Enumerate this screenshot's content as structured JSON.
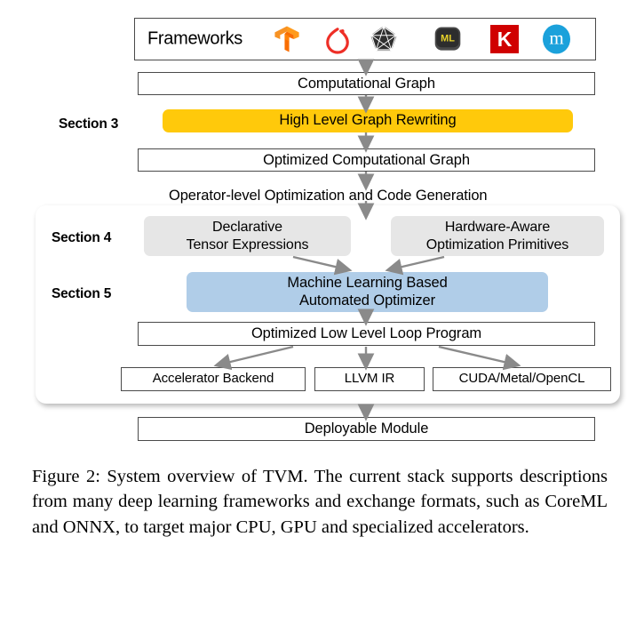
{
  "figure": {
    "id": "Figure 2",
    "caption_label": "Figure 2:",
    "caption_text": "System overview of TVM. The current stack supports descriptions from many deep learning frameworks and exchange formats, such as CoreML and ONNX, to target major CPU, GPU and specialized accelerators."
  },
  "frameworks_row": {
    "label": "Frameworks",
    "logos": [
      {
        "name": "tensorflow-logo",
        "alt": "TensorFlow",
        "color": "#ff8c00"
      },
      {
        "name": "pytorch-logo",
        "alt": "PyTorch",
        "color": "#ee2f27"
      },
      {
        "name": "onnx-logo",
        "alt": "ONNX",
        "color": "#2b2b2b"
      },
      {
        "name": "coreml-logo",
        "alt": "CoreML",
        "text": "ML",
        "color": "#3a3a3a"
      },
      {
        "name": "keras-logo",
        "alt": "Keras",
        "text": "K",
        "color": "#d00000"
      },
      {
        "name": "mxnet-logo",
        "alt": "MXNet",
        "text": "m",
        "color": "#1ba1db"
      }
    ]
  },
  "pipeline": {
    "computational_graph": "Computational Graph",
    "high_level_graph_rewriting": "High Level Graph Rewriting",
    "optimized_computational_graph": "Optimized Computational Graph",
    "operator_level_header": "Operator-level Optimization and Code Generation",
    "declarative_tensor_expressions": "Declarative\nTensor Expressions",
    "declarative_line1": "Declarative",
    "declarative_line2": "Tensor Expressions",
    "hardware_aware_line1": "Hardware-Aware",
    "hardware_aware_line2": "Optimization Primitives",
    "ml_optimizer_line1": "Machine Learning Based",
    "ml_optimizer_line2": "Automated Optimizer",
    "optimized_low_level_loop_program": "Optimized Low Level Loop Program",
    "backends": [
      "Accelerator Backend",
      "LLVM IR",
      "CUDA/Metal/OpenCL"
    ],
    "deployable_module": "Deployable Module"
  },
  "section_labels": {
    "section3": "Section 3",
    "section4": "Section 4",
    "section5": "Section 5"
  },
  "colors": {
    "highlight_yellow": "#ffc90b",
    "highlight_blue": "#b0cde8",
    "neutral_gray": "#e6e6e6",
    "box_border": "#4a4a4a",
    "arrow": "#8a8a8a"
  }
}
